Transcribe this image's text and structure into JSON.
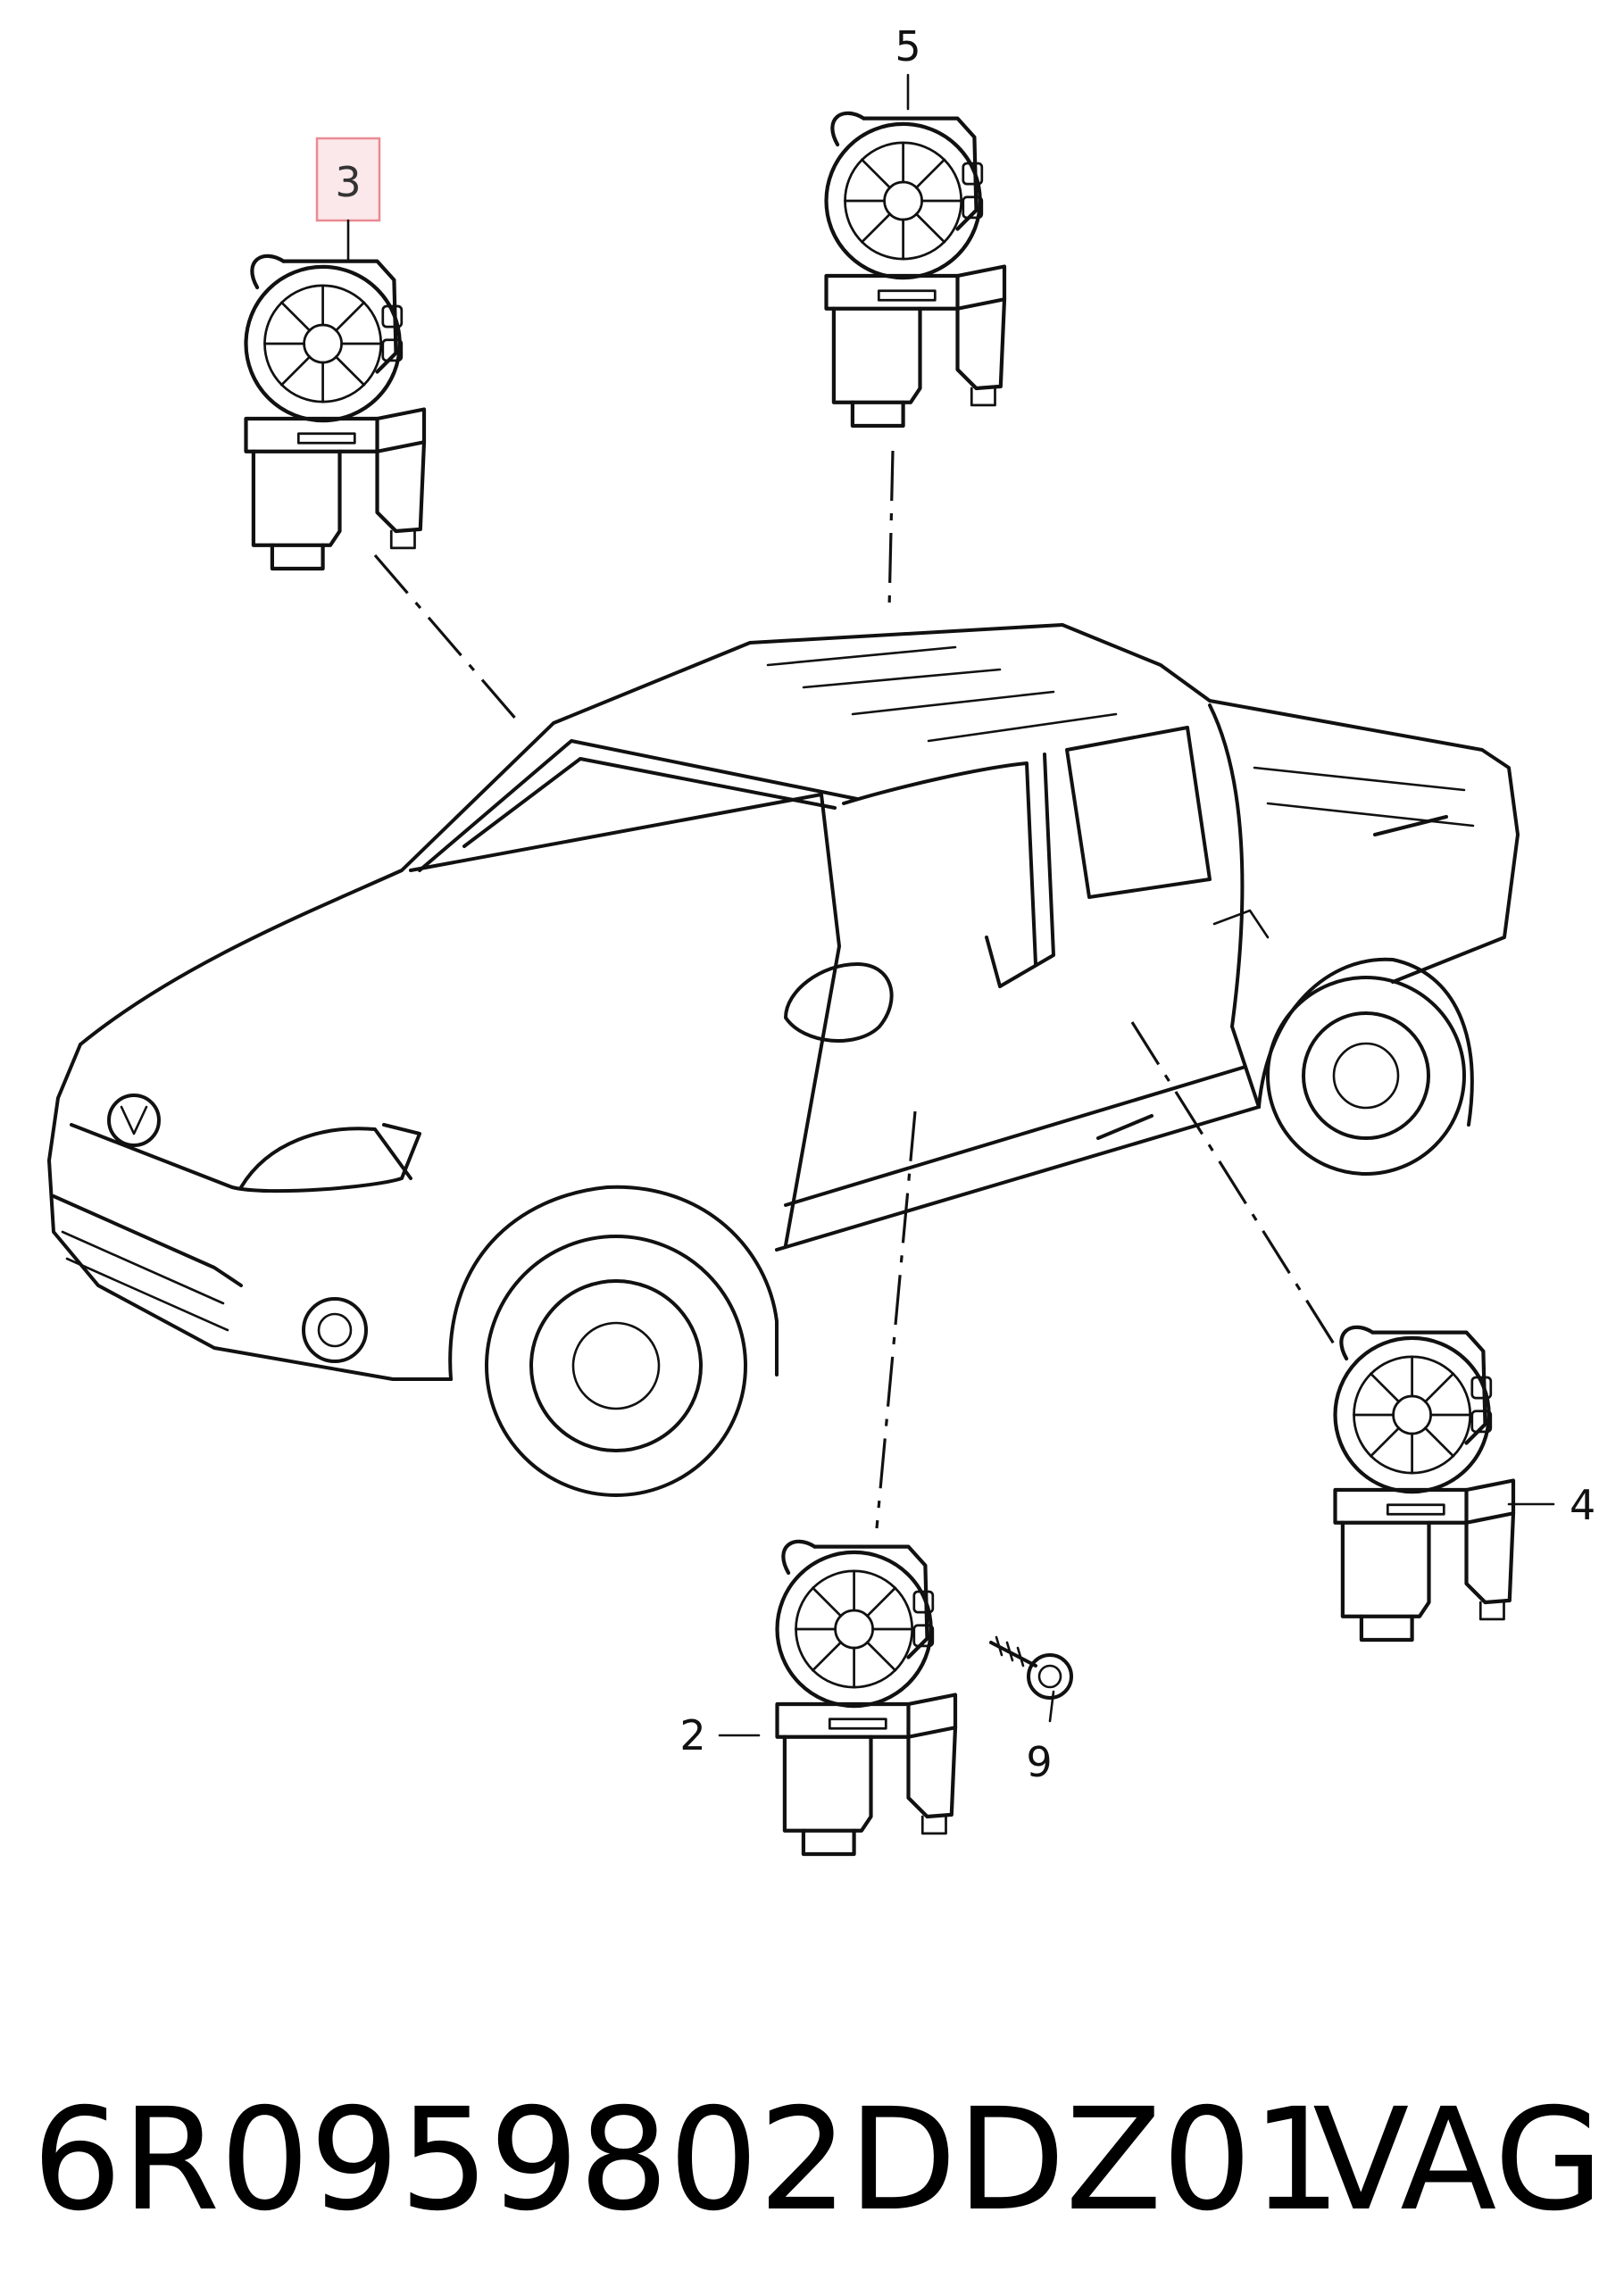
{
  "callouts": {
    "c2": "2",
    "c3": "3",
    "c4": "4",
    "c5": "5",
    "c9": "9"
  },
  "highlight_color": "#e98a93",
  "highlight_fill": "#fbe8ea",
  "footer": {
    "part_number": "6R0959802DDZ01",
    "brand": "VAG"
  }
}
